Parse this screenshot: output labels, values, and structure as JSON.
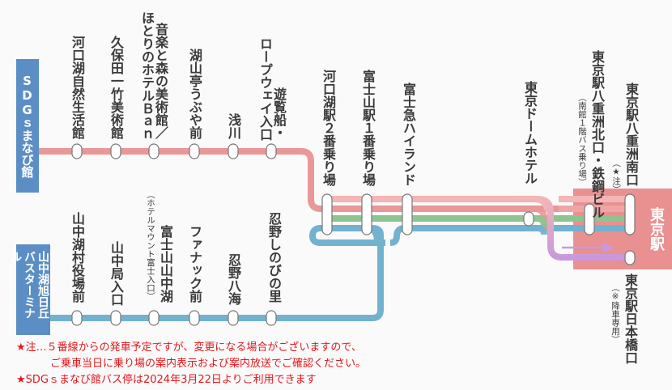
{
  "colors": {
    "route_sdgs": "#e99797",
    "route_light_pink": "#f3b5b5",
    "route_green": "#8dc48f",
    "route_yamanaka": "#72b2cf",
    "route_nihonbashi": "#c999dd",
    "origin_box": "#5b8ec4",
    "tokyo_station_box": "#e99090",
    "note_text": "#e4161b"
  },
  "origins": {
    "sdgs": "SDGｓまなび館",
    "yamanaka": "山中湖旭日丘バスターミナル",
    "yamanaka_line1": "山中湖旭日丘",
    "yamanaka_line2": "バスターミナル"
  },
  "upper_route_stops": [
    {
      "name": "河口湖自然生活館"
    },
    {
      "name": "久保田一竹美術館"
    },
    {
      "name": "音楽と森の美術館／",
      "name2": "ほとりのホテルＢａｎ"
    },
    {
      "name": "湖山亭うぶや前"
    },
    {
      "name": "浅川"
    },
    {
      "name": "遊覧船・",
      "name2": "ロープウェイ入口"
    }
  ],
  "lower_route_stops": [
    {
      "name": "山中湖村役場前"
    },
    {
      "name": "山中局入口"
    },
    {
      "name": "富士山山中湖",
      "sub": "（ホテルマウント富士入口）"
    },
    {
      "name": "ファナック前"
    },
    {
      "name": "忍野八海"
    },
    {
      "name": "忍野しのびの里"
    }
  ],
  "shared_stops": [
    {
      "name": "河口湖駅２番乗り場"
    },
    {
      "name": "富士山駅１番乗り場"
    },
    {
      "name": "富士急ハイランド"
    },
    {
      "name": "東京ドームホテル"
    }
  ],
  "tokyo_stops": {
    "station_label": "東京駅",
    "yaesu_kita": "東京駅八重洲北口・鉄鋼ビル",
    "yaesu_kita_sub": "（南館１階バス乗り場）",
    "yaesu_minami": "東京駅八重洲南口",
    "yaesu_minami_sub": "（★注）",
    "nihonbashi": "東京駅日本橋口",
    "nihonbashi_sub": "（※降車専用）"
  },
  "notes": [
    "★注…５番線からの発車予定ですが、変更になる場合がございますので、",
    "ご乗車当日に乗り場の案内表示および案内放送でご確認ください。",
    "★SDGｓまなび館バス停は2024年3月22日よりご利用できます"
  ]
}
